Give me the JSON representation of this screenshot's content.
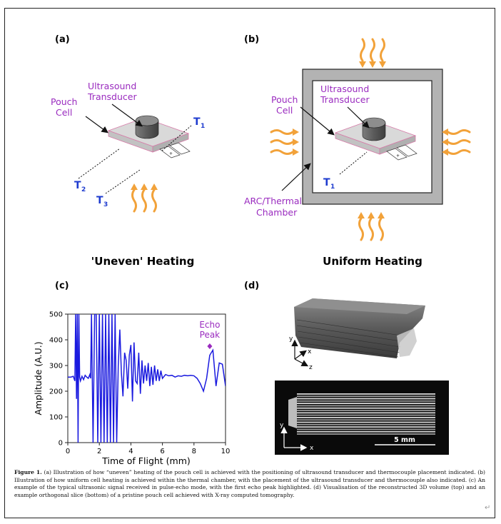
{
  "panels": {
    "a": {
      "tag": "(a)",
      "title": "'Uneven' Heating",
      "ultrasound_line1": "Ultrasound",
      "ultrasound_line2": "Transducer",
      "pouch_line1": "Pouch",
      "pouch_line2": "Cell",
      "t1": "T",
      "t2": "T",
      "t3": "T",
      "t1_sub": "1",
      "t2_sub": "2",
      "t3_sub": "3"
    },
    "b": {
      "tag": "(b)",
      "title": "Uniform Heating",
      "ultrasound_line1": "Ultrasound",
      "ultrasound_line2": "Transducer",
      "pouch_line1": "Pouch",
      "pouch_line2": "Cell",
      "t1": "T",
      "t1_sub": "1",
      "chamber_line1": "ARC/Thermal",
      "chamber_line2": "Chamber"
    },
    "c": {
      "tag": "(c)"
    },
    "d": {
      "tag": "(d)",
      "axis_y": "y",
      "axis_x": "x",
      "axis_z": "z",
      "scale_bar": "5 mm"
    }
  },
  "chart_data": {
    "type": "line",
    "xlabel": "Time of Flight (mm)",
    "ylabel": "Amplitude (A.U.)",
    "xlim": [
      0,
      10
    ],
    "ylim": [
      0,
      500
    ],
    "xticks": [
      0,
      2,
      4,
      6,
      8,
      10
    ],
    "yticks": [
      0,
      100,
      200,
      300,
      400,
      500
    ],
    "annotation": {
      "line1": "Echo",
      "line2": "Peak",
      "x": 9.0,
      "y": 375
    },
    "series": [
      {
        "color": "#1a1adf",
        "x": [
          0.0,
          0.2,
          0.35,
          0.45,
          0.5,
          0.55,
          0.6,
          0.65,
          0.7,
          0.75,
          0.8,
          0.9,
          1.0,
          1.1,
          1.2,
          1.3,
          1.4,
          1.45,
          1.5,
          1.6,
          1.7,
          1.8,
          1.9,
          2.0,
          2.1,
          2.2,
          2.3,
          2.4,
          2.5,
          2.6,
          2.7,
          2.8,
          2.9,
          3.0,
          3.1,
          3.2,
          3.3,
          3.4,
          3.5,
          3.6,
          3.7,
          3.8,
          3.9,
          4.0,
          4.1,
          4.2,
          4.3,
          4.4,
          4.5,
          4.6,
          4.7,
          4.8,
          4.9,
          5.0,
          5.1,
          5.2,
          5.3,
          5.4,
          5.5,
          5.6,
          5.7,
          5.8,
          5.9,
          6.0,
          6.2,
          6.4,
          6.6,
          6.8,
          7.0,
          7.2,
          7.4,
          7.6,
          7.8,
          8.0,
          8.2,
          8.4,
          8.6,
          8.8,
          9.0,
          9.2,
          9.4,
          9.6,
          9.8,
          10.0
        ],
        "y": [
          255,
          255,
          258,
          240,
          500,
          170,
          500,
          0,
          500,
          255,
          240,
          258,
          245,
          262,
          255,
          250,
          265,
          250,
          500,
          0,
          500,
          500,
          0,
          500,
          0,
          500,
          0,
          500,
          0,
          500,
          0,
          500,
          0,
          500,
          0,
          300,
          440,
          270,
          180,
          350,
          320,
          210,
          340,
          380,
          160,
          390,
          240,
          230,
          350,
          190,
          320,
          230,
          300,
          240,
          310,
          220,
          295,
          225,
          300,
          240,
          285,
          240,
          280,
          250,
          265,
          260,
          262,
          255,
          260,
          258,
          262,
          260,
          262,
          260,
          250,
          230,
          200,
          250,
          340,
          360,
          220,
          310,
          305,
          220
        ],
        "note": "samples beyond ylim are clipped at the axes"
      }
    ]
  },
  "caption": {
    "label": "Figure 1.",
    "text": " (a) Illustration of how “uneven” heating of the pouch cell is achieved with the positioning of ultrasound transducer and thermocouple placement indicated. (b) Illustration of how uniform cell heating is achieved within the thermal chamber, with the placement of the ultrasound transducer and thermocouple also indicated. (c) An example of the typical ultrasonic signal received in pulse-echo mode, with the first echo peak highlighted. (d) Visualisation of the reconstructed 3D volume (top) and an example orthogonal slice (bottom) of a pristine pouch cell achieved with X-ray computed tomography."
  },
  "colors": {
    "label_purple": "#9a2bbf",
    "label_blue": "#1f3ccf",
    "heat_orange": "#f2a23a",
    "signal_blue": "#1a1adf",
    "chamber_gray": "#b3b3b3"
  }
}
